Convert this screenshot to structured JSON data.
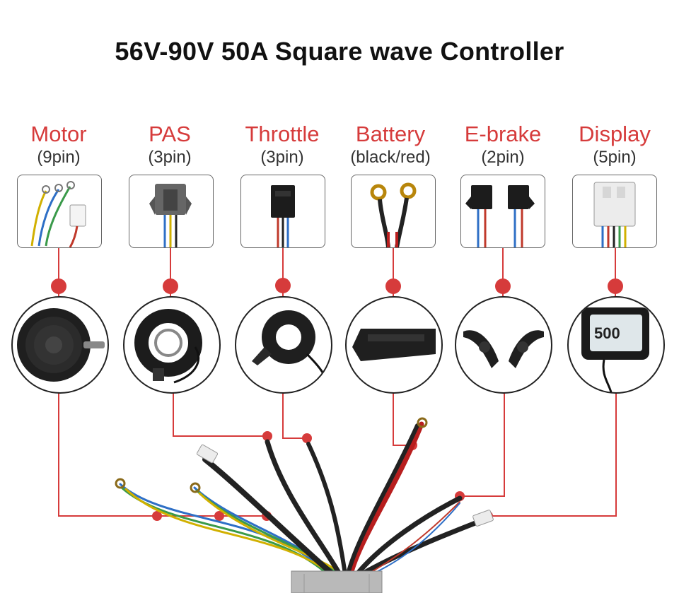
{
  "title": "56V-90V 50A Square wave Controller",
  "connectors": [
    {
      "name": "Motor",
      "pins": "(9pin)",
      "icon": "motor-wire-icon",
      "device_icon": "hub-motor-icon"
    },
    {
      "name": "PAS",
      "pins": "(3pin)",
      "icon": "pas-connector-icon",
      "device_icon": "pas-sensor-icon"
    },
    {
      "name": "Throttle",
      "pins": "(3pin)",
      "icon": "throttle-connector-icon",
      "device_icon": "thumb-throttle-icon"
    },
    {
      "name": "Battery",
      "pins": "(black/red)",
      "icon": "battery-terminal-icon",
      "device_icon": "battery-pack-icon"
    },
    {
      "name": "E-brake",
      "pins": "(2pin)",
      "icon": "ebrake-connector-icon",
      "device_icon": "brake-lever-icon"
    },
    {
      "name": "Display",
      "pins": "(5pin)",
      "icon": "display-connector-icon",
      "device_icon": "lcd-display-icon"
    }
  ],
  "colors": {
    "accent": "#d63b3b",
    "text": "#111111",
    "line": "#d63b3b"
  },
  "display_screen": {
    "speed": "500"
  }
}
